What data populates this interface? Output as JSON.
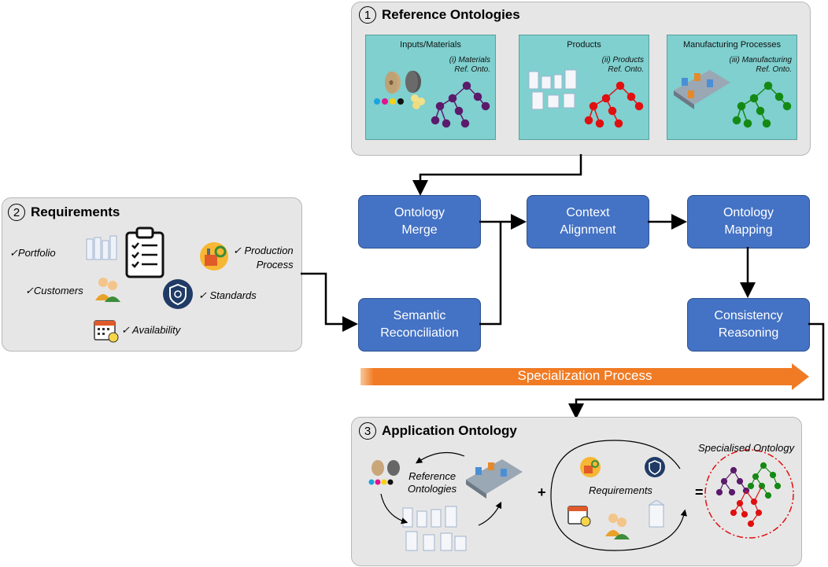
{
  "reference_panel": {
    "number": "1",
    "title": "Reference Ontologies",
    "cards": [
      {
        "title": "Inputs/Materials",
        "note_line1": "(i) Materials",
        "note_line2": "Ref. Onto.",
        "tree_color": "#5b1a6b"
      },
      {
        "title": "Products",
        "note_line1": "(ii) Products",
        "note_line2": "Ref. Onto.",
        "tree_color": "#e01010"
      },
      {
        "title": "Manufacturing Processes",
        "note_line1": "(iii) Manufacturing",
        "note_line2": "Ref. Onto.",
        "tree_color": "#148a14"
      }
    ]
  },
  "requirements_panel": {
    "number": "2",
    "title": "Requirements",
    "items": {
      "portfolio": "✓Portfolio",
      "production_line1": "✓ Production",
      "production_line2": "Process",
      "customers": "✓Customers",
      "standards": "✓ Standards",
      "availability": "✓ Availability"
    }
  },
  "process": {
    "ontology_merge": [
      "Ontology",
      "Merge"
    ],
    "context_alignment": [
      "Context",
      "Alignment"
    ],
    "ontology_mapping": [
      "Ontology",
      "Mapping"
    ],
    "semantic_reconciliation": [
      "Semantic",
      "Reconciliation"
    ],
    "consistency_reasoning": [
      "Consistency",
      "Reasoning"
    ],
    "specialization_label": "Specialization Process"
  },
  "application_panel": {
    "number": "3",
    "title": "Application Ontology",
    "reference_label_line1": "Reference",
    "reference_label_line2": "Ontologies",
    "requirements_label": "Requirements",
    "plus": "+",
    "equals": "=",
    "specialised_label": "Specialised Ontology"
  },
  "colors": {
    "box_fill": "#4472c4",
    "panel_fill": "#e7e6e6",
    "card_fill": "#7fd0cf",
    "arrow_orange": "#f07b24",
    "materials_tree": "#5b1a6b",
    "products_tree": "#e01010",
    "manufacturing_tree": "#148a14"
  }
}
